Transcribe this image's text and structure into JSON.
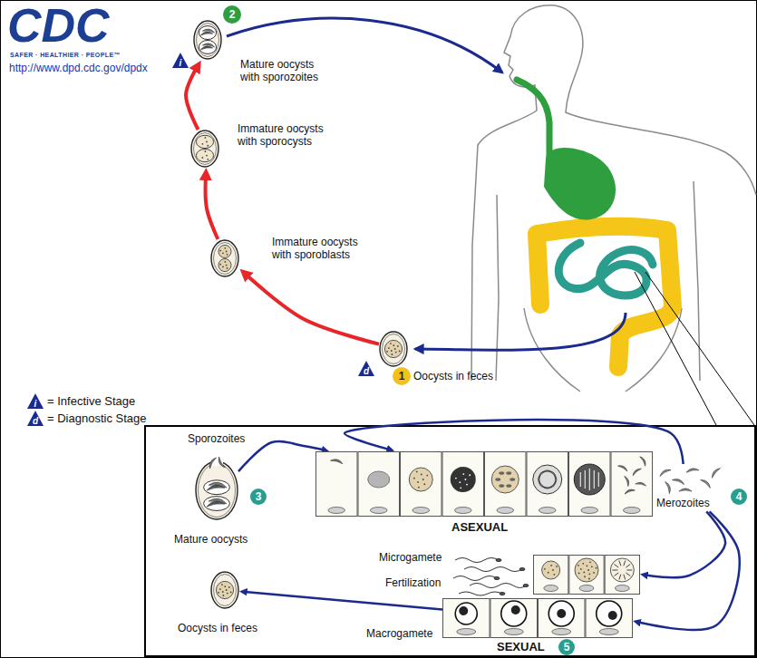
{
  "diagram": {
    "nodes": [
      {
        "text": [
          "Mature oocysts with sporozoites"
        ]
      },
      {
        "text": [
          "Immature oocysts with sporocysts"
        ]
      },
      {
        "text": [
          "Immature oocysts with sporoblasts"
        ]
      },
      {
        "text": [
          "Oocysts in feces"
        ]
      },
      {
        "text": [
          "Mature oocysts"
        ]
      },
      {
        "text": [
          "ASEXUAL"
        ]
      },
      {
        "text": [
          "Merozoites"
        ]
      },
      {
        "text": [
          "Microgamete"
        ]
      },
      {
        "text": [
          "Macrogamete"
        ]
      },
      {
        "text": [
          "Oocysts in feces"
        ]
      }
    ],
    "edges": [
      {
        "from": 3,
        "to": 2,
        "arrow": "to"
      },
      {
        "from": 2,
        "to": 1,
        "arrow": "to"
      },
      {
        "from": 1,
        "to": 0,
        "arrow": "to"
      },
      {
        "from": 4,
        "to": 5,
        "label": "Sporozoites",
        "arrow": "to"
      },
      {
        "from": 6,
        "to": 5,
        "arrow": "to"
      },
      {
        "from": 6,
        "to": 7,
        "arrow": "to"
      },
      {
        "from": 6,
        "to": 8,
        "arrow": "to"
      },
      {
        "from": 8,
        "to": 9,
        "arrow": "to"
      }
    ],
    "labels": [
      "CDC",
      "SAFER · HEALTHIER · PEOPLE™",
      "http://www.dpd.cdc.gov/dpdx",
      "2",
      "i",
      "1",
      "d",
      "i",
      "d",
      "3",
      "i",
      "4",
      "Fertilization",
      "SEXUAL",
      "5",
      "d"
    ],
    "legend": [
      {
        "text": "= Infective Stage"
      },
      {
        "text": "= Diagnostic Stage"
      }
    ]
  }
}
